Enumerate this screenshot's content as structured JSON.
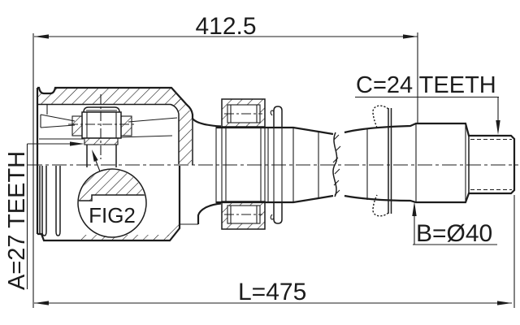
{
  "drawing": {
    "description": "CV joint drive shaft technical drawing",
    "labels": {
      "dim_overall_top": "412.5",
      "spline_c": "C=24 TEETH",
      "spline_a": "A=27 TEETH",
      "diameter_b": "B=Ø40",
      "length_total": "L=475",
      "figure_ref": "FIG2"
    },
    "colors": {
      "line": "#1c1c1c",
      "background": "#ffffff"
    }
  }
}
